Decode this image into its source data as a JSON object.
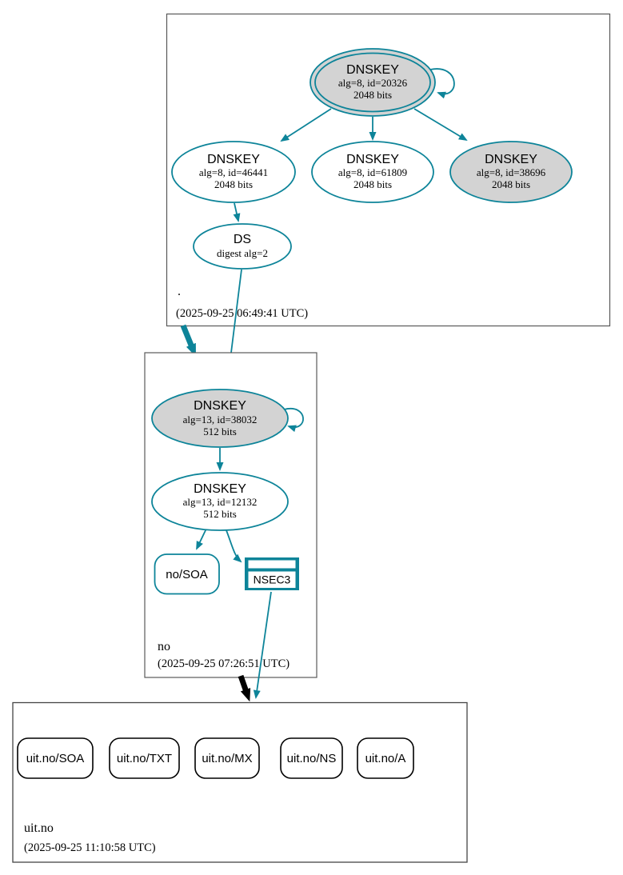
{
  "colors": {
    "secure_teal": "#0d8499",
    "node_fill_gray": "#d3d3d3",
    "node_fill_white": "#ffffff",
    "insecure_black": "#000000",
    "zone_box_border": "#595959"
  },
  "zones": {
    "root": {
      "label": ".",
      "timestamp": "(2025-09-25 06:49:41 UTC)",
      "nodes": {
        "ksk": {
          "title": "DNSKEY",
          "detail1": "alg=8, id=20326",
          "detail2": "2048 bits"
        },
        "zsk_46441": {
          "title": "DNSKEY",
          "detail1": "alg=8, id=46441",
          "detail2": "2048 bits"
        },
        "zsk_61809": {
          "title": "DNSKEY",
          "detail1": "alg=8, id=61809",
          "detail2": "2048 bits"
        },
        "zsk_38696": {
          "title": "DNSKEY",
          "detail1": "alg=8, id=38696",
          "detail2": "2048 bits"
        },
        "ds": {
          "title": "DS",
          "detail1": "digest alg=2"
        }
      }
    },
    "no": {
      "label": "no",
      "timestamp": "(2025-09-25 07:26:51 UTC)",
      "nodes": {
        "ksk": {
          "title": "DNSKEY",
          "detail1": "alg=13, id=38032",
          "detail2": "512 bits"
        },
        "zsk": {
          "title": "DNSKEY",
          "detail1": "alg=13, id=12132",
          "detail2": "512 bits"
        },
        "soa": {
          "label": "no/SOA"
        },
        "nsec3": {
          "label": "NSEC3"
        }
      }
    },
    "uit_no": {
      "label": "uit.no",
      "timestamp": "(2025-09-25 11:10:58 UTC)",
      "rrsets": [
        {
          "label": "uit.no/SOA"
        },
        {
          "label": "uit.no/TXT"
        },
        {
          "label": "uit.no/MX"
        },
        {
          "label": "uit.no/NS"
        },
        {
          "label": "uit.no/A"
        }
      ]
    }
  }
}
